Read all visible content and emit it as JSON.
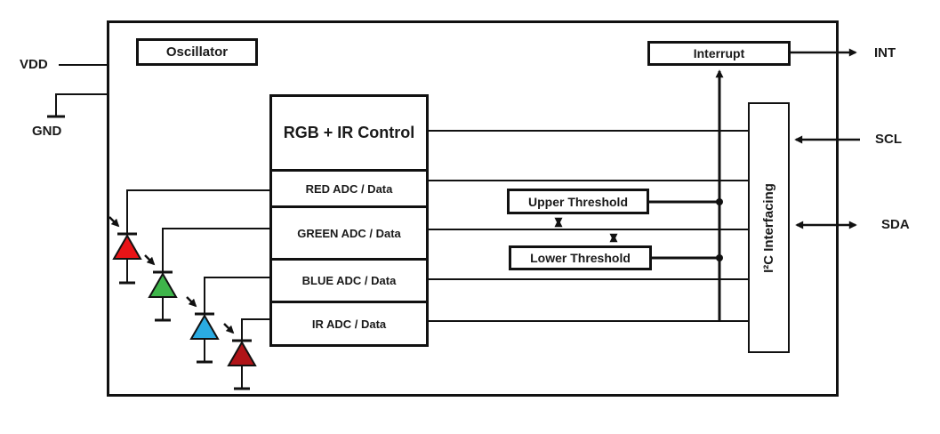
{
  "diagram": {
    "type": "chip-block-diagram",
    "oscillator_label": "Oscillator",
    "control_block": {
      "title": "RGB + IR Control",
      "rows": [
        "RED ADC / Data",
        "GREEN ADC / Data",
        "BLUE ADC / Data",
        "IR ADC / Data"
      ]
    },
    "thresholds": {
      "upper_label": "Upper Threshold",
      "lower_label": "Lower Threshold"
    },
    "interrupt_label": "Interrupt",
    "i2c_label": "I²C Interfacing"
  },
  "pins": {
    "vdd": "VDD",
    "gnd": "GND",
    "int": "INT",
    "scl": "SCL",
    "sda": "SDA"
  },
  "photodiodes": [
    {
      "name": "red-photodiode",
      "channel": "RED",
      "color": "#e81417"
    },
    {
      "name": "green-photodiode",
      "channel": "GREEN",
      "color": "#3eb54a"
    },
    {
      "name": "blue-photodiode",
      "channel": "BLUE",
      "color": "#2aabe2"
    },
    {
      "name": "ir-photodiode",
      "channel": "IR",
      "color": "#b01418"
    }
  ],
  "colors": {
    "line": "#111111",
    "text": "#1a1a1a",
    "background": "#ffffff"
  }
}
